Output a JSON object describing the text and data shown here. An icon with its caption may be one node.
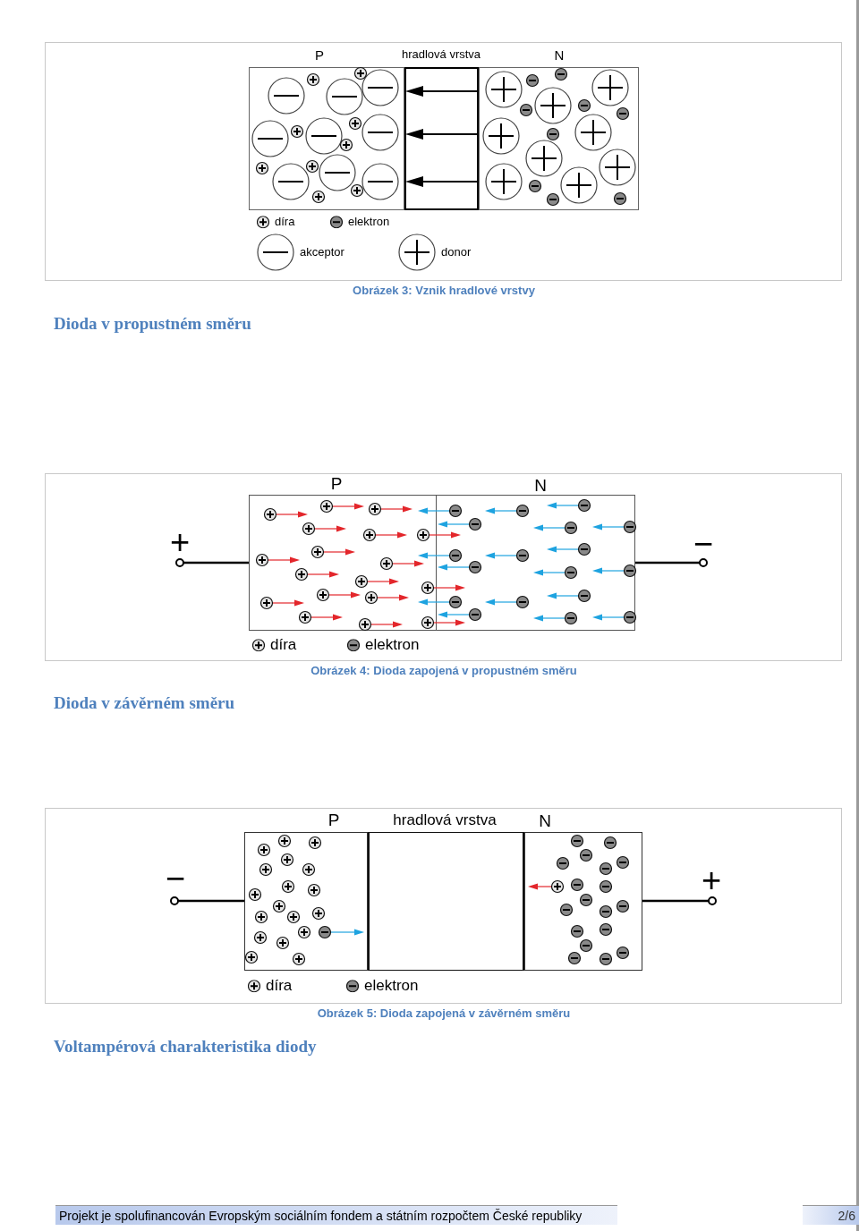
{
  "diagram": {
    "nodes": [
      {
        "text": [
          "P"
        ]
      },
      {
        "text": [
          "hradlová vrstva"
        ]
      },
      {
        "text": [
          "N"
        ]
      },
      {
        "text": [
          "P",
          "N"
        ],
        "beside": [
          "+",
          "−"
        ]
      },
      {
        "text": [
          "P"
        ],
        "beside": [
          "−"
        ]
      },
      {
        "text": [
          "hradlová vrstva"
        ]
      },
      {
        "text": [
          "N"
        ],
        "beside": [
          "+"
        ]
      }
    ],
    "labels": [
      "Obrázek 3: Vznik hradlové vrstvy",
      "Dioda v propustném směru",
      "Obrázek 4: Dioda zapojená v propustném směru",
      "Dioda v závěrném směru",
      "Obrázek 5: Dioda zapojená v závěrném směru",
      "Voltampérová charakteristika diody",
      "Projekt je spolufinancován Evropským sociálním fondem a státním rozpočtem České republiky",
      "2/6"
    ],
    "legend": [
      {
        "text": "díra"
      },
      {
        "text": "elektron"
      },
      {
        "text": "akceptor"
      },
      {
        "text": "donor"
      },
      {
        "text": "díra"
      },
      {
        "text": "elektron"
      },
      {
        "text": "díra"
      },
      {
        "text": "elektron"
      }
    ]
  }
}
